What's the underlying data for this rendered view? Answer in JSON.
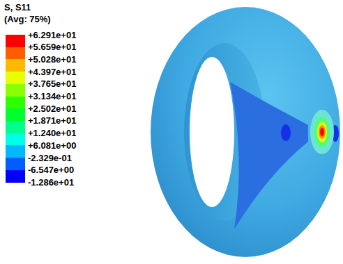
{
  "diagram": {
    "labels": [
      "S, S11",
      "(Avg: 75%)",
      "-1.286e+01"
    ],
    "legend": [
      {
        "text": "+6.291e+01",
        "color": "#FF0000"
      },
      {
        "text": "+5.659e+01",
        "color": "#FF5D00"
      },
      {
        "text": "+5.028e+01",
        "color": "#FFB900"
      },
      {
        "text": "+4.397e+01",
        "color": "#E7FF00"
      },
      {
        "text": "+3.765e+01",
        "color": "#8BFF00"
      },
      {
        "text": "+3.134e+01",
        "color": "#2EFF00"
      },
      {
        "text": "+2.502e+01",
        "color": "#00FF2E"
      },
      {
        "text": "+1.871e+01",
        "color": "#00FF8B"
      },
      {
        "text": "+1.240e+01",
        "color": "#00FFE8"
      },
      {
        "text": "+6.081e+00",
        "color": "#00B9FF"
      },
      {
        "text": "-2.329e-01",
        "color": "#005DFF"
      },
      {
        "text": "-6.547e+00",
        "color": "#0000FF"
      }
    ]
  }
}
